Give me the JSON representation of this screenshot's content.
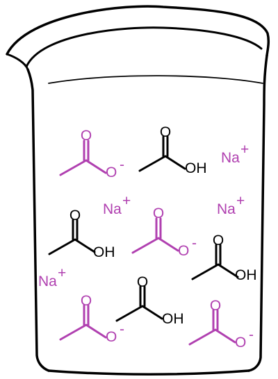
{
  "colors": {
    "acetate": "#b040b0",
    "acetic_acid": "#000000",
    "sodium": "#b040b0",
    "outline": "#000000"
  },
  "labels": {
    "oxygen": "O",
    "charge_negative": "-",
    "hydroxyl": "OH",
    "sodium_symbol": "Na",
    "charge_positive": "+"
  },
  "beaker": {
    "acetate_count": 4,
    "acetic_acid_count": 4,
    "sodium_ion_count": 4
  }
}
